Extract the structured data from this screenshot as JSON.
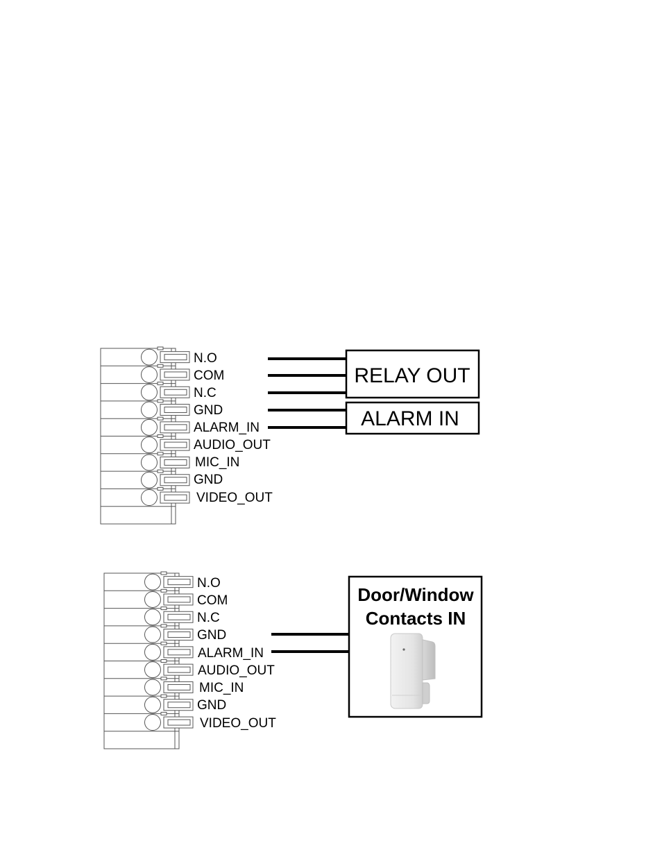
{
  "diagram1": {
    "terminals": [
      "N.O",
      "COM",
      "N.C",
      "GND",
      "ALARM_IN",
      "AUDIO_OUT",
      "MIC_IN",
      "GND",
      "VIDEO_OUT"
    ],
    "relay_box_label": "RELAY OUT",
    "alarm_box_label": "ALARM IN"
  },
  "diagram2": {
    "terminals": [
      "N.O",
      "COM",
      "N.C",
      "GND",
      "ALARM_IN",
      "AUDIO_OUT",
      "MIC_IN",
      "GND",
      "VIDEO_OUT"
    ],
    "contact_box_line1": "Door/Window",
    "contact_box_line2": "Contacts  IN",
    "sensor_icon": "door-window-sensor-icon"
  }
}
